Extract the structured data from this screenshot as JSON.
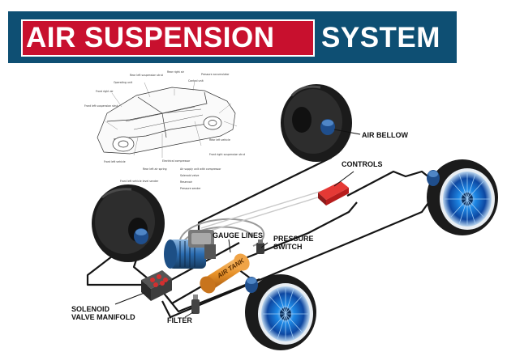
{
  "title": {
    "part1": "AIR SUSPENSION",
    "part2": "SYSTEM"
  },
  "labels": {
    "air_bellow": "AIR BELLOW",
    "controls": "CONTROLS",
    "gauge_lines": "GAUGE LINES",
    "pressure": "PRESSURE",
    "switch": "SWITCH",
    "solenoid": "SOLENOID",
    "valve_manifold": "VALVE MANIFOLD",
    "filter": "FILTER",
    "air_tank": "AIR TANK"
  },
  "colors": {
    "banner": "#0e4f73",
    "title_box": "#c8102e",
    "tank": "#e8922a",
    "compressor": "#2b6cb0",
    "controls_box": "#c62828",
    "tire": "#1b1b1b",
    "rim": "#1e88e5"
  }
}
